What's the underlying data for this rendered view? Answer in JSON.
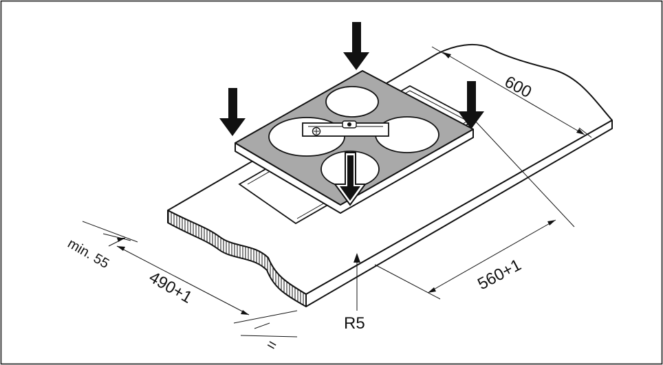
{
  "diagram": {
    "dimensions": {
      "depth_total": "600",
      "cutout_width": "560+1",
      "cutout_depth": "490+1",
      "min_front_edge": "min. 55",
      "corner_radius": "R5",
      "equal_mark": "="
    },
    "colors": {
      "hob_surface": "#a9a9a9",
      "outline": "#111111",
      "background": "#ffffff"
    },
    "icons": [
      "down-arrow-icon",
      "spirit-level-icon"
    ]
  }
}
